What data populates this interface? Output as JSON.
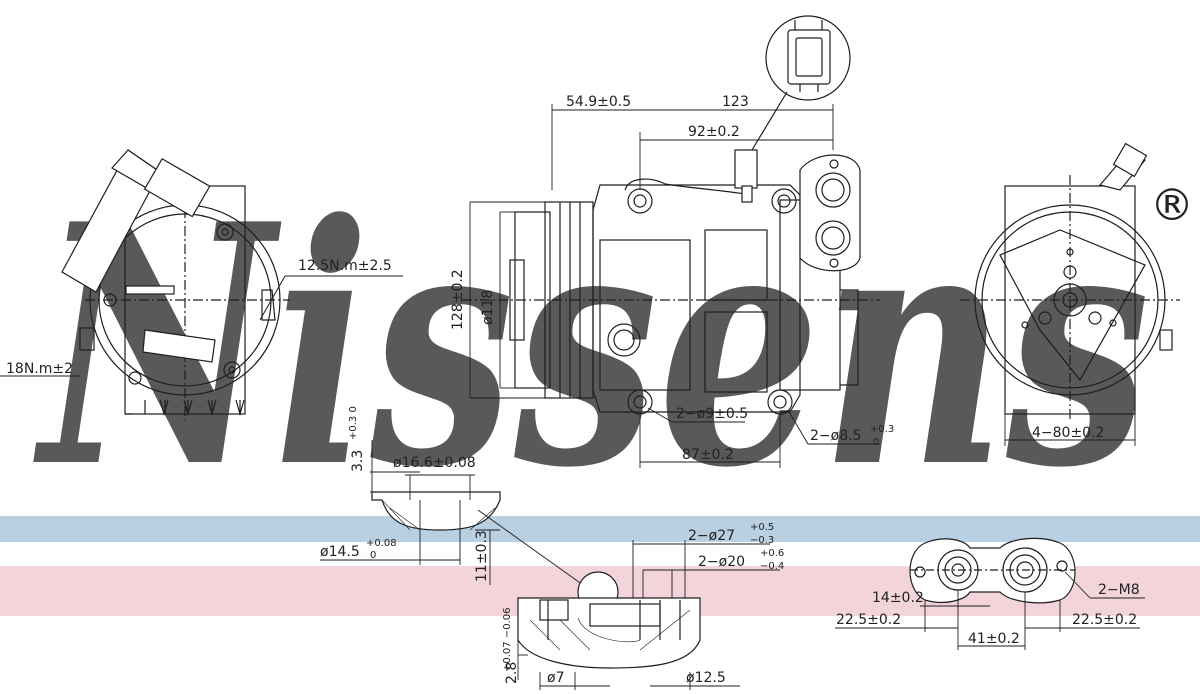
{
  "watermark": {
    "brand": "Nissens",
    "registered": "®",
    "colors": {
      "brand": "#a8c2d8",
      "band_blue": "#b9cfe2",
      "band_pink": "#f2d4da",
      "line": "#1e1e1e"
    }
  },
  "labels": {
    "torque_main": "12.5N.m±2.5",
    "torque_side": "18N.m±2",
    "dim_54_9": "54.9±0.5",
    "dim_123": "123",
    "dim_92": "92±0.2",
    "dim_128": "128±0.2",
    "dim_118": "ø118",
    "dim_2_9": "2−ø9±0.5",
    "dim_2_8_5": "2−ø8.5",
    "tol_8_5_upper": "+0.3",
    "tol_8_5_lower": "0",
    "dim_87": "87±0.2",
    "dim_4_80": "4−80±0.2",
    "dim_3_3": "3.3",
    "tol_3_3": "+0.3 0",
    "dim_16_6": "ø16.6±0.08",
    "dim_14_5": "ø14.5",
    "tol_14_5_upper": "+0.08",
    "tol_14_5_lower": "0",
    "dim_11": "11±0.3",
    "dim_2_27": "2−ø27",
    "tol_27_upper": "+0.5",
    "tol_27_lower": "−0.3",
    "dim_2_20": "2−ø20",
    "tol_20_upper": "+0.6",
    "tol_20_lower": "−0.4",
    "dim_2_8": "2.8",
    "tol_2_8": "+0.07 −0.06",
    "dim_7": "ø7",
    "dim_12_5": "ø12.5",
    "dim_14": "14±0.2",
    "dim_22_5_left": "22.5±0.2",
    "dim_22_5_right": "22.5±0.2",
    "dim_41": "41±0.2",
    "dim_2_m8": "2−M8"
  }
}
